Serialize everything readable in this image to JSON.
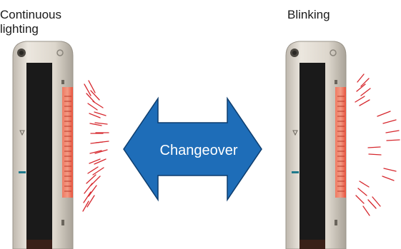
{
  "labels": {
    "left": "Continuous\nlighting",
    "right": "Blinking"
  },
  "arrow": {
    "text": "Changeover",
    "fill": "#1e6db8",
    "stroke": "#0d3d6e"
  },
  "colors": {
    "housing": "#d8d2c8",
    "housing_edge": "#9a948a",
    "window": "#1a1a1a",
    "indicator": "#e8533d",
    "ray": "#d6282e",
    "accent": "#1f7a8c"
  }
}
